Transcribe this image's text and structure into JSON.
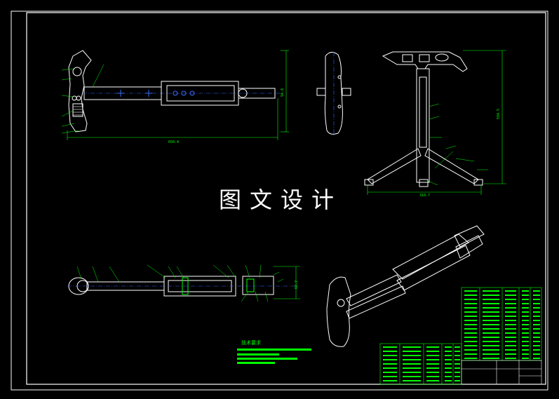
{
  "drawing": {
    "background": "#000000",
    "frame_color": "#ffffff",
    "part_color": "#ffffff",
    "dimension_color": "#00ff00",
    "leader_color": "#00ff00",
    "centerline_color": "#3a6bff",
    "hatch_color": "#00ff00"
  },
  "watermark": "图文设计",
  "technical_requirements_title": "技术要求",
  "views": {
    "top_view": {
      "overall_length_label": "650.4",
      "height_label": "94.8"
    },
    "end_view": {},
    "tripod_view": {
      "height_label": "594.5",
      "width_label": "310.7"
    },
    "section_view": {
      "height_label": "60.7"
    },
    "iso_view": {}
  },
  "title_block": {
    "upper_table_color": "#00ff00",
    "lower_table_color": "#00ff00"
  }
}
